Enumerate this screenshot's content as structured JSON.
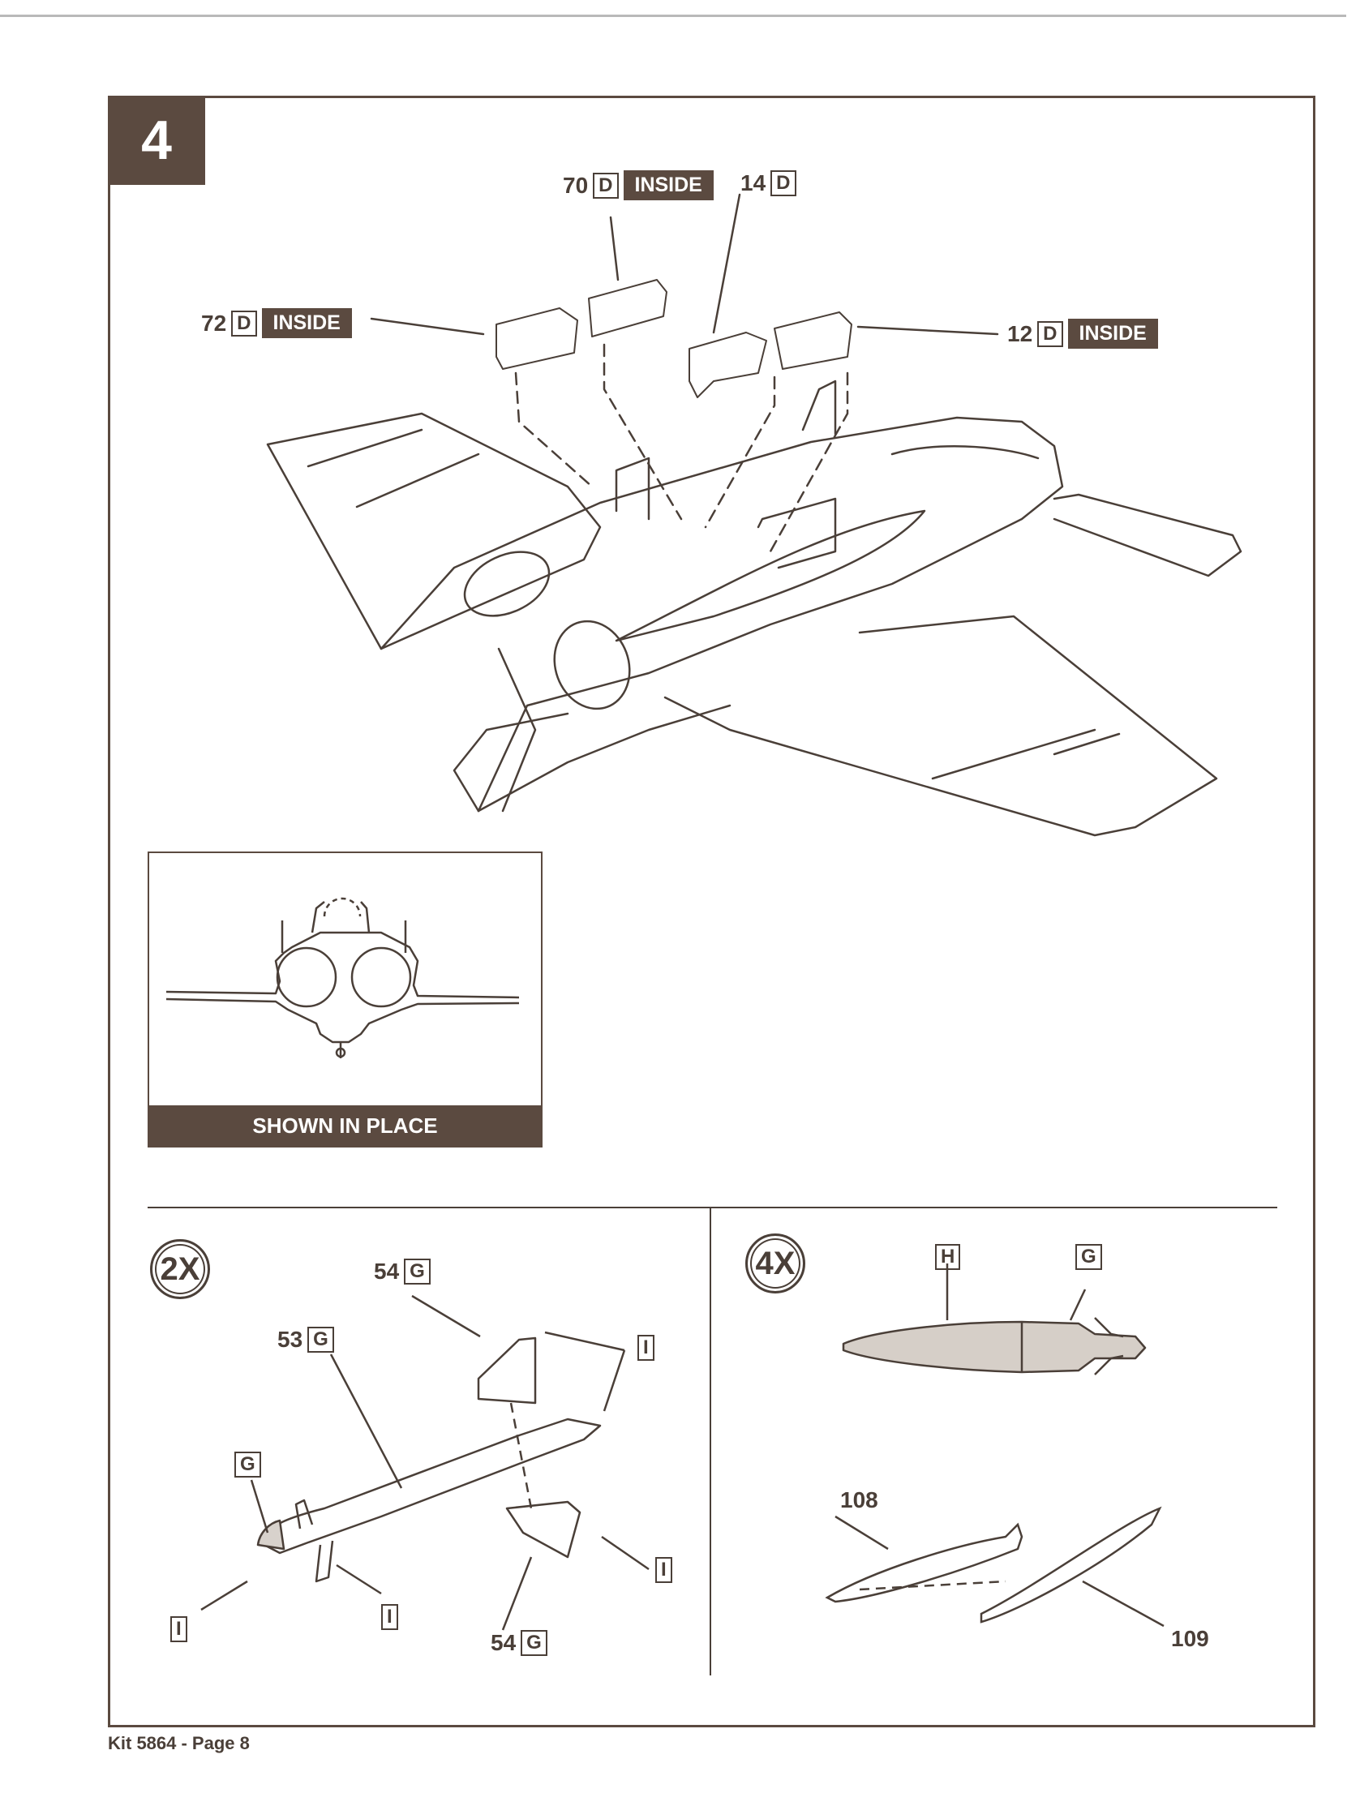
{
  "step": {
    "number": "4"
  },
  "callouts": {
    "part70": {
      "num": "70",
      "sprue": "D",
      "note": "INSIDE"
    },
    "part14": {
      "num": "14",
      "sprue": "D"
    },
    "part72": {
      "num": "72",
      "sprue": "D",
      "note": "INSIDE"
    },
    "part12": {
      "num": "12",
      "sprue": "D",
      "note": "INSIDE"
    }
  },
  "inset": {
    "caption": "SHOWN IN PLACE"
  },
  "sub_left": {
    "qty": "2X",
    "labels": {
      "p54_top": {
        "num": "54",
        "sprue": "G"
      },
      "p53": {
        "num": "53",
        "sprue": "G"
      },
      "sprue_g": "G",
      "sprue_i_1": "I",
      "sprue_i_2": "I",
      "sprue_i_3": "I",
      "sprue_i_4": "I",
      "p54_bottom": {
        "num": "54",
        "sprue": "G"
      }
    }
  },
  "sub_right": {
    "qty": "4X",
    "labels": {
      "sprue_h": "H",
      "sprue_g": "G",
      "p108": "108",
      "p109": "109"
    }
  },
  "footer": {
    "text": "Kit 5864 - Page 8"
  }
}
